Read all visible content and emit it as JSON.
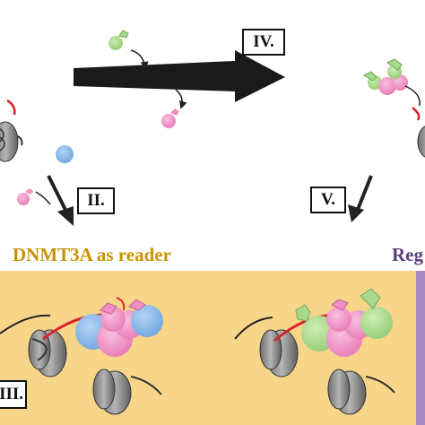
{
  "steps": {
    "iv": "IV.",
    "ii": "II.",
    "v": "V.",
    "iii": "III."
  },
  "sections": {
    "reader_title": "DNMT3A as reader",
    "regulator_title": "Reg"
  },
  "colors": {
    "panel_bg": "#f7d68a",
    "purple_panel": "#a98bc4",
    "title_gold": "#c89200",
    "title_purple": "#5b3f7a",
    "pink": "#ef8fc3",
    "blue": "#86b7e8",
    "green": "#a8d98a",
    "histone_gray": "#9a9a9a",
    "dna_red": "#d8232a"
  },
  "icons": [
    "histone-icon",
    "dnmt3a-protein-icon",
    "binding-partner-icon",
    "arrow-icon"
  ]
}
